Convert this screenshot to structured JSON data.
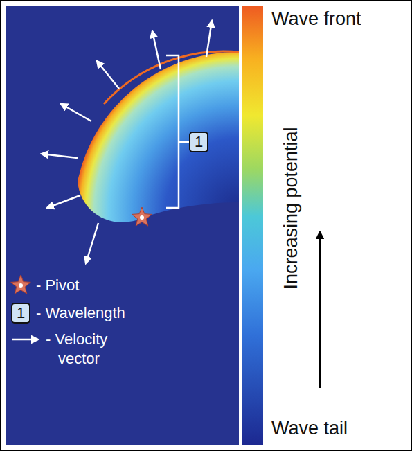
{
  "diagram": {
    "nodes": [
      {
        "text": [
          "1"
        ]
      },
      {
        "text": [
          "1"
        ]
      }
    ],
    "labels": [
      "Wave front",
      "Increasing potential",
      "Wave tail"
    ],
    "legend": [
      {
        "text": "- Pivot"
      },
      {
        "text": "- Wavelength"
      },
      {
        "text": "- Velocity vector"
      }
    ]
  }
}
